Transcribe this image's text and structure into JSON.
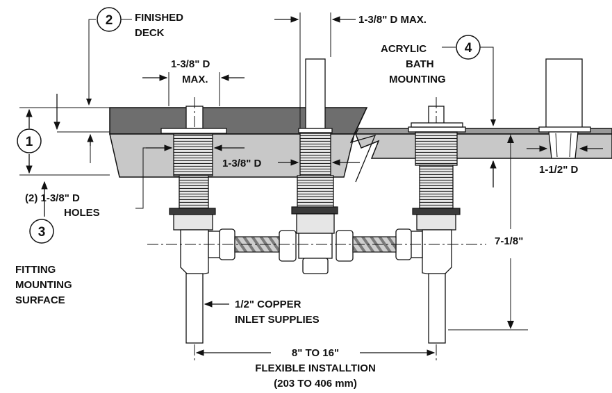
{
  "callouts": [
    {
      "number": "1"
    },
    {
      "number": "2",
      "text": [
        "FINISHED",
        "DECK"
      ]
    },
    {
      "number": "3",
      "text": [
        "FITTING",
        "MOUNTING",
        "SURFACE"
      ]
    },
    {
      "number": "4",
      "text": [
        "ACRYLIC",
        "BATH",
        "MOUNTING"
      ]
    }
  ],
  "dimensions": {
    "top_hole": [
      "1-3/8\" D",
      "MAX."
    ],
    "top_right": "1-3/8\" D MAX.",
    "middle_hole": "1-3/8\" D",
    "right_hole": "1-1/2\" D",
    "height": "7-1/8\"",
    "holes_note": [
      "(2) 1-3/8\" D",
      "HOLES"
    ],
    "copper": [
      "1/2\" COPPER",
      "INLET SUPPLIES"
    ],
    "spread": [
      "8\" TO 16\"",
      "FLEXIBLE INSTALLTION",
      "(203 TO 406 mm)"
    ]
  },
  "colors": {
    "deck_dark": "#6e6e6e",
    "deck_mid": "#9a9a9a",
    "slab": "#c8c8c8",
    "line": "#111111"
  }
}
